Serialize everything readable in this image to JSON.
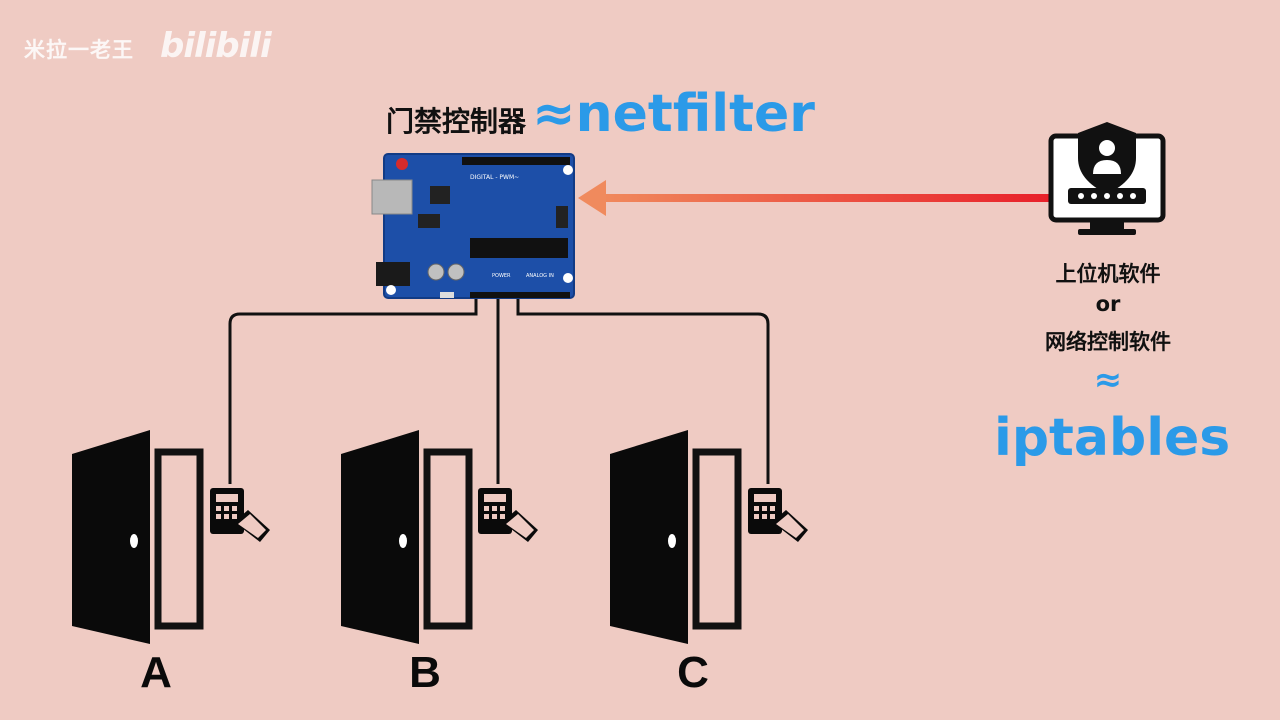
{
  "watermark": {
    "author": "米拉一老王",
    "site": "bilibili"
  },
  "title": {
    "zh": "门禁控制器",
    "en": "≈netfilter"
  },
  "client": {
    "line1": "上位机软件",
    "line2": "or",
    "line3": "网络控制软件",
    "approx": "≈",
    "name": "iptables"
  },
  "board": {
    "digital_label": "DIGITAL - PWM~",
    "power_label": "POWER",
    "analog_label": "ANALOG IN"
  },
  "doors": [
    {
      "label": "A"
    },
    {
      "label": "B"
    },
    {
      "label": "C"
    }
  ],
  "colors": {
    "background": "#efcbc3",
    "accent_blue": "#2b9ae8",
    "arrow_start": "#e8202a",
    "arrow_end": "#f08a5d",
    "board_blue": "#1d4fa8"
  },
  "icons": {
    "controller": "arduino-board-icon",
    "client": "monitor-shield-user-icon",
    "door": "open-door-icon",
    "reader": "keypad-card-reader-icon"
  }
}
